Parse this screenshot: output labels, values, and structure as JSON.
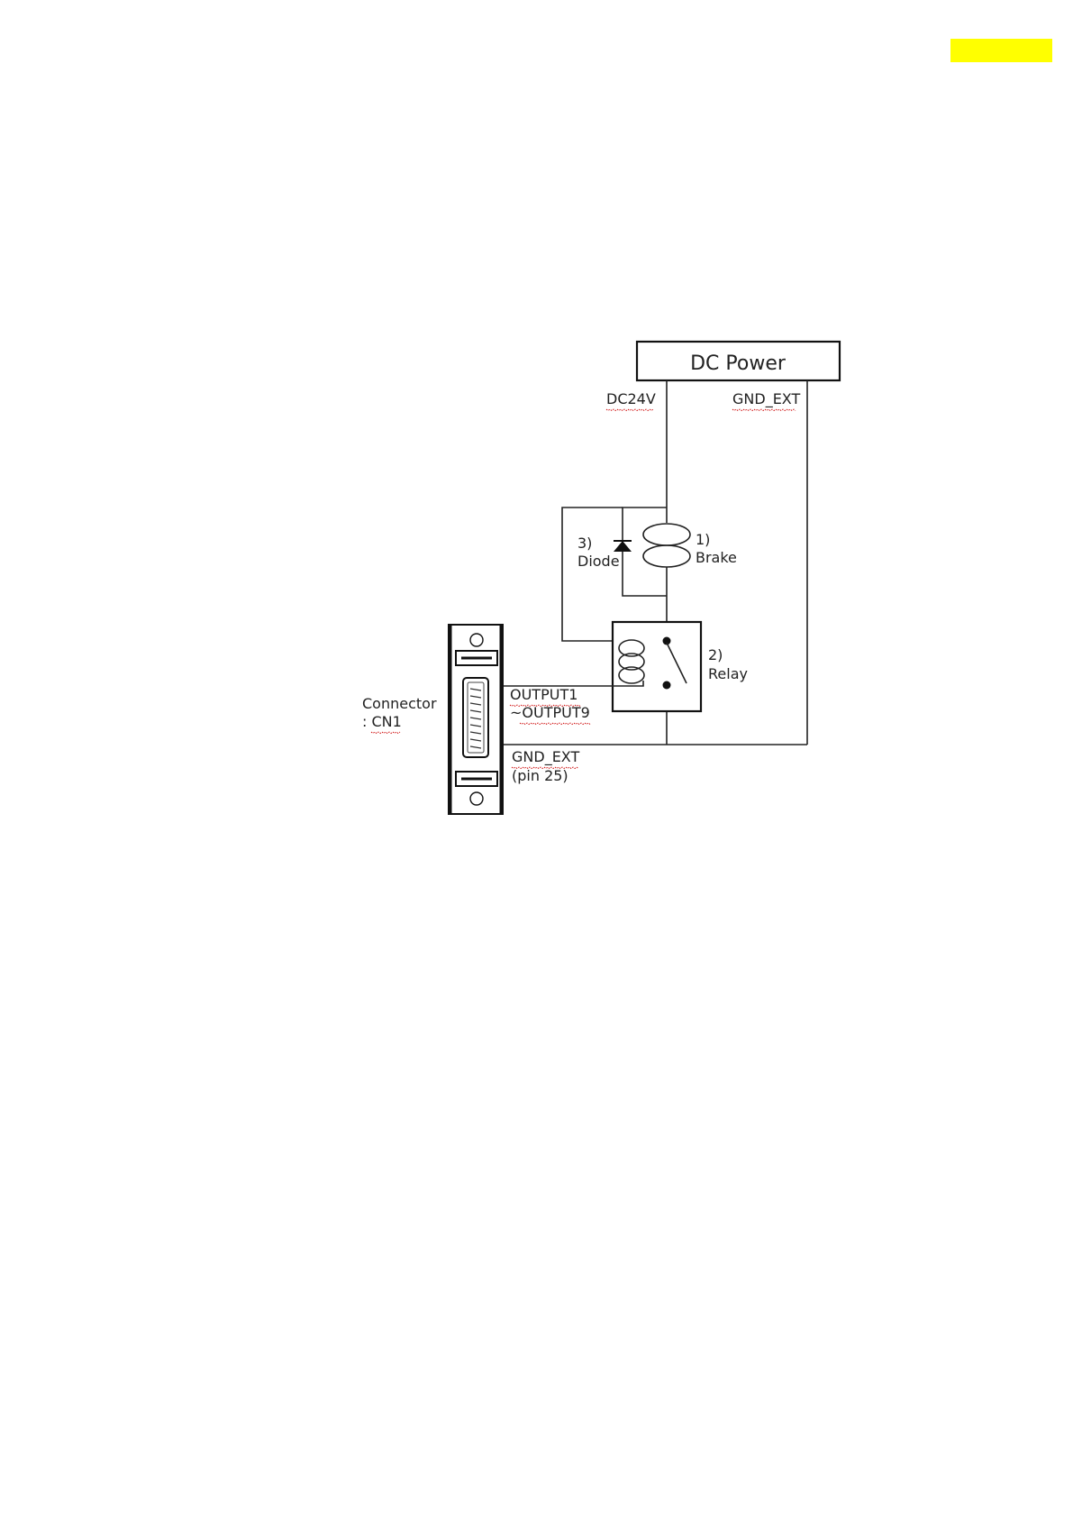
{
  "colors": {
    "highlight": "#ffff00",
    "line": "#222222",
    "underline": "#cc0000"
  },
  "diagram": {
    "power_label": "DC Power",
    "dc24v_label": "DC24V",
    "gnd_ext_label": "GND_EXT",
    "brake_num": "1)",
    "brake_label": "Brake",
    "relay_num": "2)",
    "relay_label": "Relay",
    "diode_num": "3)",
    "diode_label": "Diode",
    "connector_label1": "Connector",
    "connector_label2": ": CN1",
    "output_label1": "OUTPUT1",
    "output_label2": "~OUTPUT9",
    "gnd_pin_label1": "GND_EXT",
    "gnd_pin_label2": "(pin 25)"
  }
}
